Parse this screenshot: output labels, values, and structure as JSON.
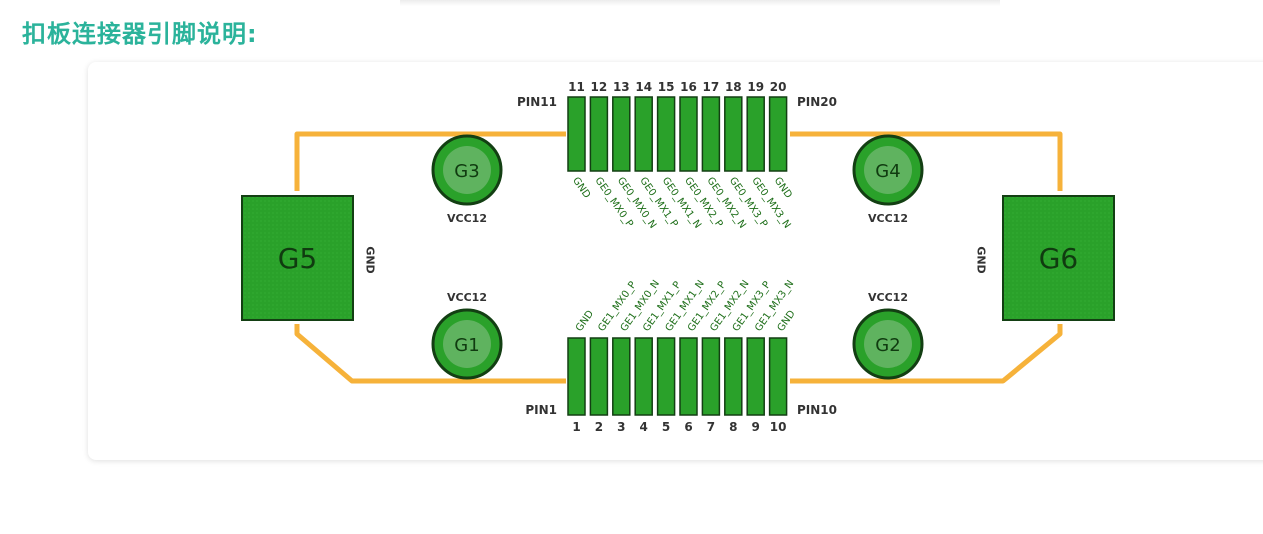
{
  "title": "扣板连接器引脚说明:",
  "colors": {
    "title": "#2bb39b",
    "trace": "#f6b23a",
    "pad": "#2aa12a",
    "pad_border": "#133f13",
    "signal_text": "#1f6f1a"
  },
  "connector": {
    "top_pin_numbers": [
      "11",
      "12",
      "13",
      "14",
      "15",
      "16",
      "17",
      "18",
      "19",
      "20"
    ],
    "bottom_pin_numbers": [
      "1",
      "2",
      "3",
      "4",
      "5",
      "6",
      "7",
      "8",
      "9",
      "10"
    ],
    "pin11_label": "PIN11",
    "pin20_label": "PIN20",
    "pin1_label": "PIN1",
    "pin10_label": "PIN10",
    "top_signals": [
      "GND",
      "GE0_MX0_P",
      "GE0_MX0_N",
      "GE0_MX1_P",
      "GE0_MX1_N",
      "GE0_MX2_P",
      "GE0_MX2_N",
      "GE0_MX3_P",
      "GE0_MX3_N",
      "GND"
    ],
    "bottom_signals": [
      "GND",
      "GE1_MX0_P",
      "GE1_MX0_N",
      "GE1_MX1_P",
      "GE1_MX1_N",
      "GE1_MX2_P",
      "GE1_MX2_N",
      "GE1_MX3_P",
      "GE1_MX3_N",
      "GND"
    ]
  },
  "mounts": {
    "g1": {
      "label": "G1",
      "power": "VCC12"
    },
    "g2": {
      "label": "G2",
      "power": "VCC12"
    },
    "g3": {
      "label": "G3",
      "power": "VCC12"
    },
    "g4": {
      "label": "G4",
      "power": "VCC12"
    }
  },
  "pads": {
    "g5": {
      "label": "G5",
      "net": "GND"
    },
    "g6": {
      "label": "G6",
      "net": "GND"
    }
  }
}
